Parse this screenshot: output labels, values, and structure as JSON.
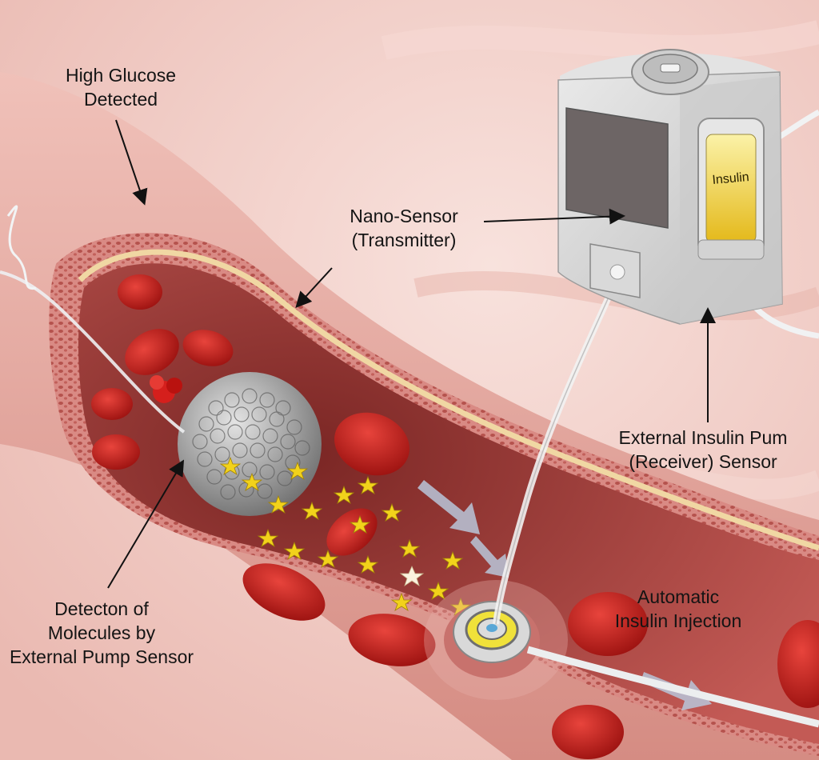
{
  "labels": {
    "high_glucose": [
      "High Glucose",
      "Detected"
    ],
    "nano_sensor": [
      "Nano-Sensor",
      "(Transmitter)"
    ],
    "external_pump": [
      "External Insulin Pum",
      "(Receiver) Sensor"
    ],
    "detection": [
      "Detecton of",
      "Molecules by",
      "External Pump Sensor"
    ],
    "automatic_injection": [
      "Automatic",
      "Insulin Injection"
    ]
  },
  "pump": {
    "reservoir_label": "Insulin"
  },
  "colors": {
    "background": "#f3d3cd",
    "vessel_wall": "#e5a59d",
    "lumen": "#b24a48",
    "red_cell": "#c8201c",
    "glucose_star": "#f2d21b",
    "pump_body": "#d6d6d6",
    "insulin": "#f0d43a"
  }
}
